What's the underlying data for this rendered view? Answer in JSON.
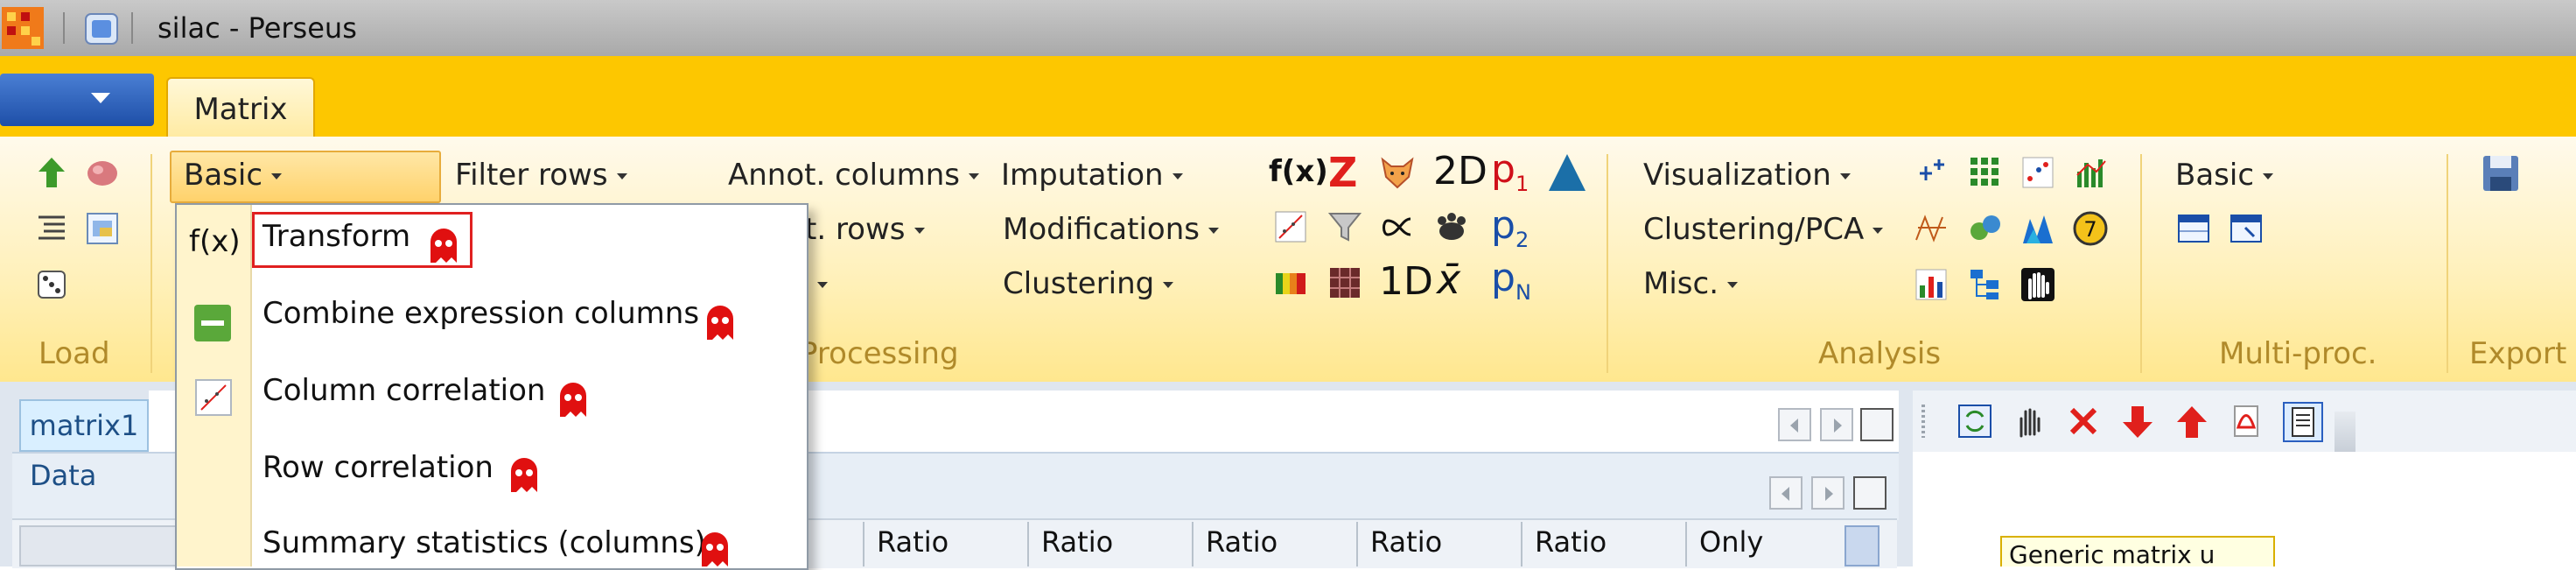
{
  "window": {
    "title": "silac  -  Perseus"
  },
  "tabs": [
    {
      "label": "Matrix"
    }
  ],
  "ribbon": {
    "groups": {
      "load": "Load",
      "processing": "Processing",
      "analysis": "Analysis",
      "multiproc": "Multi-proc.",
      "export": "Export"
    },
    "menus": {
      "basic": "Basic",
      "filter_rows": "Filter rows",
      "annot_columns": "Annot. columns",
      "annot_rows_partial": "t. rows",
      "imputation": "Imputation",
      "modifications": "Modifications",
      "clustering": "Clustering",
      "visualization": "Visualization",
      "clustering_pca": "Clustering/PCA",
      "misc": "Misc.",
      "multiproc_basic": "Basic"
    },
    "icon_labels": {
      "fx": "f(x)",
      "twod": "2D",
      "oned": "1D",
      "xbar": "x̄",
      "p1": "p",
      "p1_sub": "1",
      "p2": "p",
      "p2_sub": "2",
      "pn": "p",
      "pn_sub": "N",
      "z": "Z",
      "seven": "7"
    }
  },
  "dropdown": {
    "items": [
      {
        "label": "Transform",
        "icon": "f(x)"
      },
      {
        "label": "Combine expression columns"
      },
      {
        "label": "Column correlation"
      },
      {
        "label": "Row correlation"
      },
      {
        "label": "Summary statistics (columns)"
      }
    ]
  },
  "document": {
    "tab": "matrix1",
    "subtab": "Data",
    "columns": [
      "Ratio",
      "Ratio",
      "Ratio",
      "Ratio",
      "Ratio",
      "Only"
    ]
  },
  "right_pane": {
    "tooltip": "Generic matrix u"
  },
  "colors": {
    "ribbon_accent": "#fdc700",
    "file_button": "#2a5fbf",
    "selection_border": "#e02020",
    "ghost": "#e01010"
  }
}
